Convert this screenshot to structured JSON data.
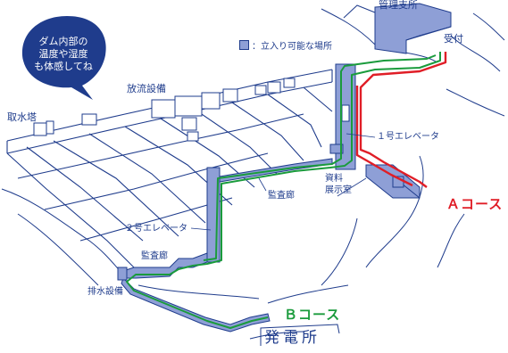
{
  "bubble": {
    "lines": [
      "ダム内部の",
      "温度や湿度",
      "も体感してね"
    ]
  },
  "legend": {
    "text": "：立入り可能な場所",
    "swatch_color": "#8e9fd6"
  },
  "labels": {
    "management": "管理支所",
    "reception": "受付",
    "outlet": "放流設備",
    "intake": "取水塔",
    "elevator1": "１号エレベータ",
    "elevator2": "２号エレベータ",
    "gallery_upper": "監査廊",
    "gallery_lower": "監査廊",
    "exhibit": "資料\n展示室",
    "drainage": "排水設備",
    "powerhouse": "発電所"
  },
  "courses": {
    "a": {
      "label": "Ａコース",
      "color": "#e01e27"
    },
    "b": {
      "label": "Ｂコース",
      "color": "#1a9b3c"
    }
  },
  "colors": {
    "structure": "#1f3c8c",
    "accessible": "#8e9fd6",
    "bubble": "#1f3c8c"
  }
}
